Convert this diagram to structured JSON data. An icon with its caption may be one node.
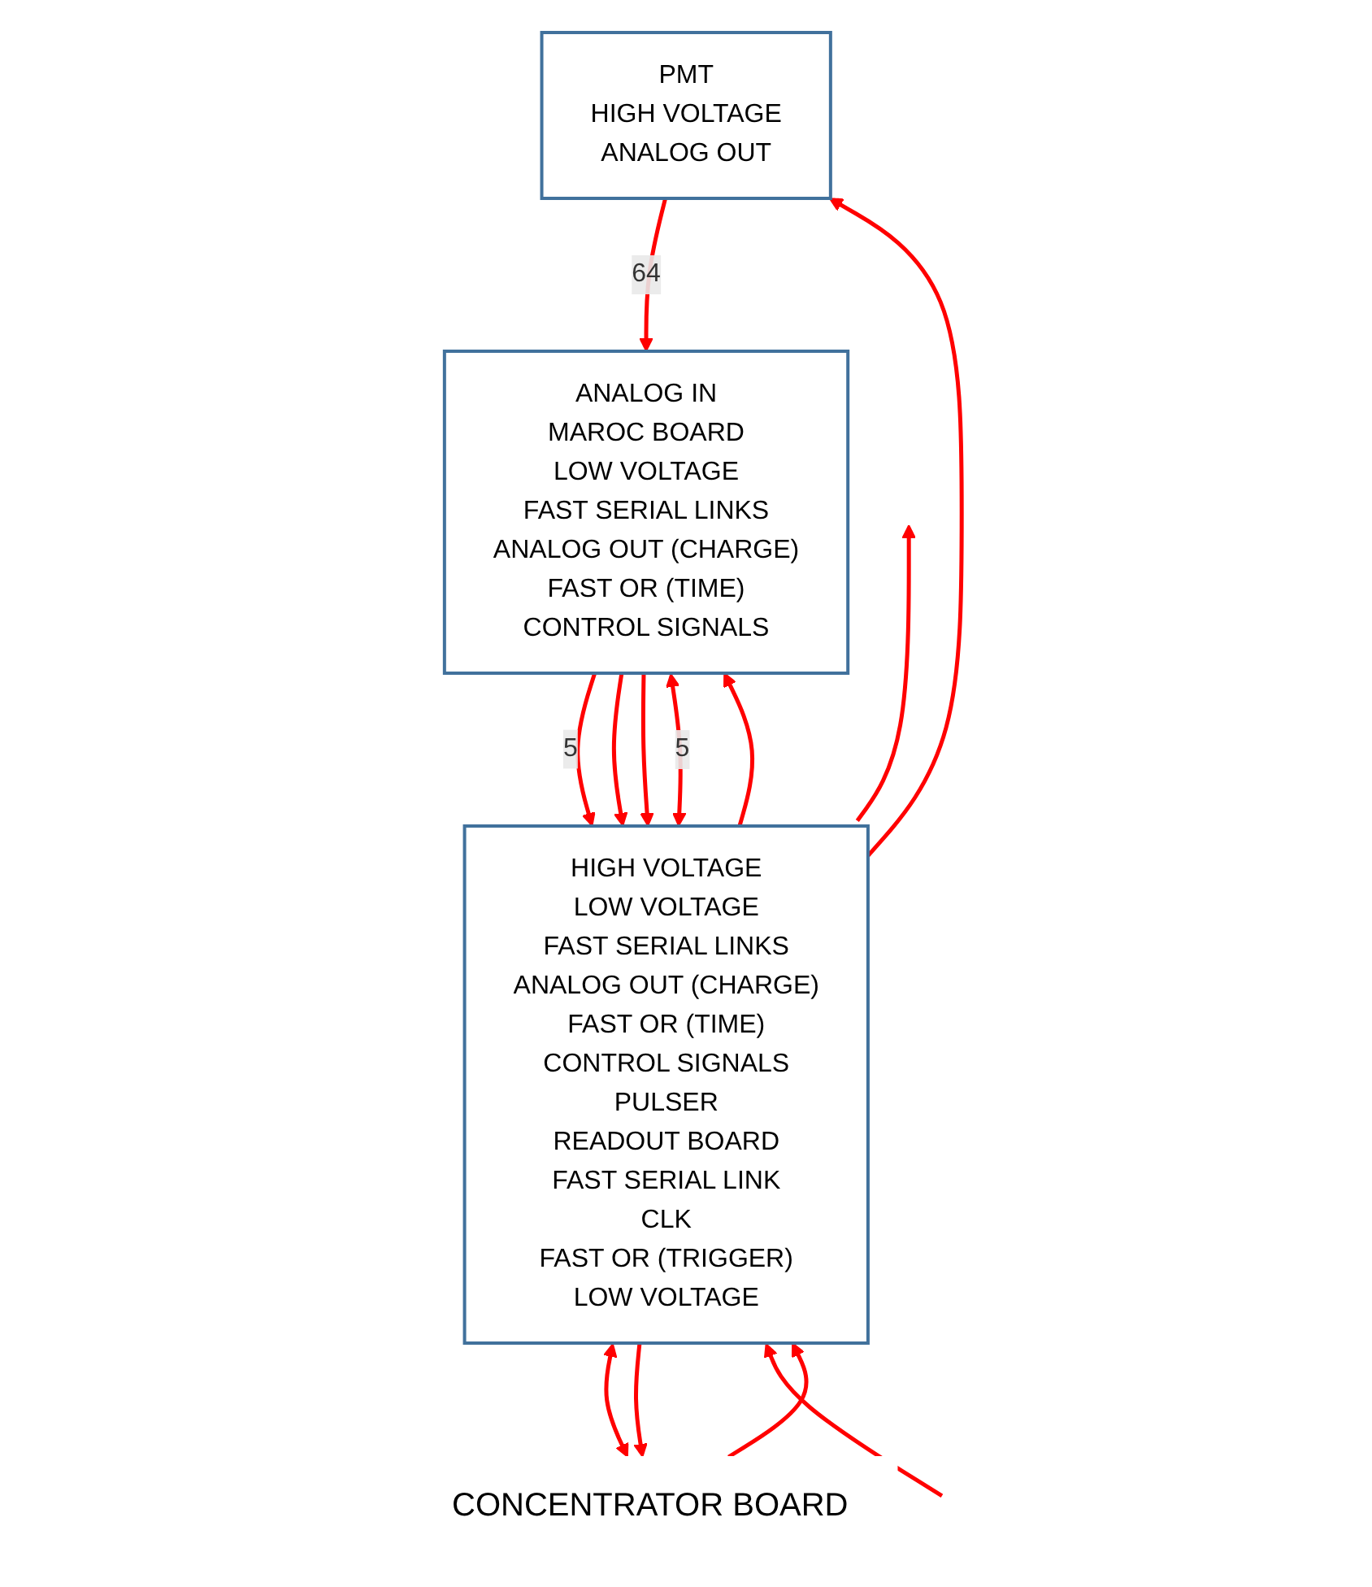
{
  "diagram": {
    "nodes": [
      {
        "text": [
          "PMT",
          "HIGH VOLTAGE",
          "ANALOG OUT"
        ]
      },
      {
        "text": [
          "ANALOG IN",
          "MAROC BOARD",
          "LOW VOLTAGE",
          "FAST SERIAL LINKS",
          "ANALOG OUT (CHARGE)",
          "FAST OR (TIME)",
          "CONTROL SIGNALS"
        ]
      },
      {
        "text": [
          "HIGH VOLTAGE",
          "LOW VOLTAGE",
          "FAST SERIAL LINKS",
          "ANALOG OUT (CHARGE)",
          "FAST OR (TIME)",
          "CONTROL SIGNALS",
          "PULSER",
          "READOUT BOARD",
          "FAST SERIAL LINK",
          "CLK",
          "FAST OR (TRIGGER)",
          "LOW VOLTAGE"
        ]
      },
      {
        "text": [
          "CONCENTRATOR BOARD"
        ]
      }
    ],
    "edges": [
      {
        "from": 2,
        "to": 0,
        "arrow": "to"
      },
      {
        "from": 0,
        "to": 1,
        "arrow": "to",
        "label": "64"
      },
      {
        "from": 2,
        "to": 1,
        "arrow": "to"
      },
      {
        "from": 1,
        "to": 2,
        "arrow": "to",
        "label": "5"
      },
      {
        "from": 1,
        "to": 2,
        "arrow": "to"
      },
      {
        "from": 1,
        "to": 2,
        "arrow": "to"
      },
      {
        "from": 1,
        "to": 2,
        "arrow": "both",
        "label": "5"
      },
      {
        "from": 2,
        "to": null,
        "arrow": "to"
      },
      {
        "from": 2,
        "to": 3,
        "arrow": "both"
      },
      {
        "from": 3,
        "to": 2,
        "arrow": "to"
      },
      {
        "from": 2,
        "to": 3,
        "arrow": "to"
      },
      {
        "from": null,
        "to": 2,
        "arrow": "to"
      }
    ]
  }
}
